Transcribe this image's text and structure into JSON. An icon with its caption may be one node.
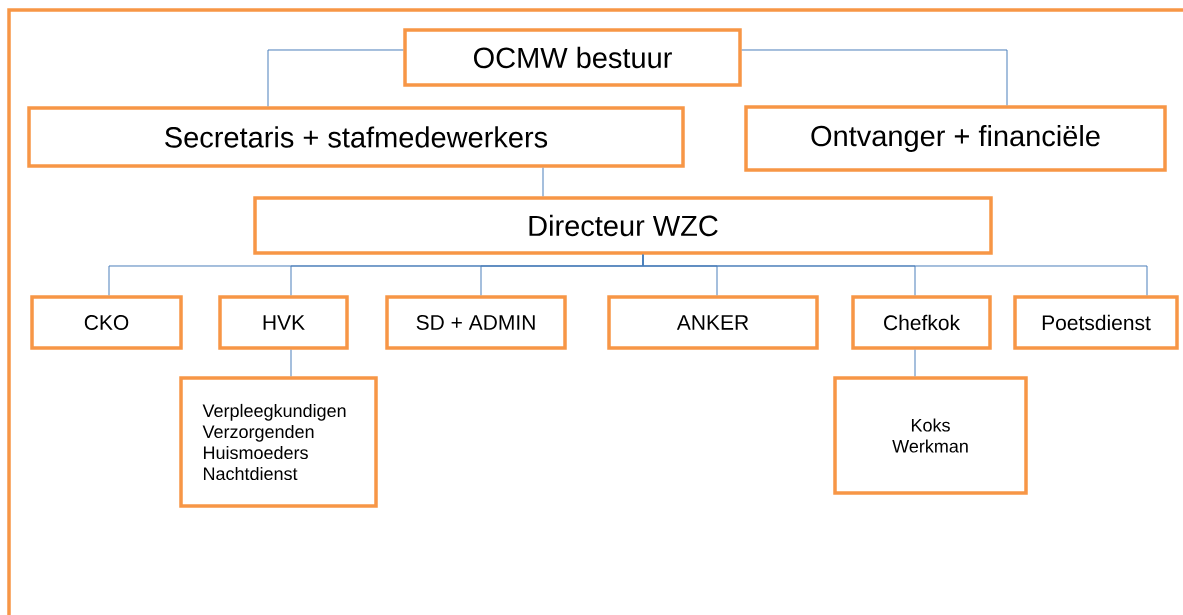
{
  "diagram": {
    "nodes": [
      {
        "text": [
          "OCMW bestuur"
        ]
      },
      {
        "text": [
          "Secretaris + stafmedewerkers"
        ]
      },
      {
        "text": [
          "Ontvanger + financiële"
        ]
      },
      {
        "text": [
          "Directeur WZC"
        ]
      },
      {
        "text": [
          "CKO"
        ]
      },
      {
        "text": [
          "HVK"
        ]
      },
      {
        "text": [
          "SD + ADMIN"
        ]
      },
      {
        "text": [
          "ANKER"
        ]
      },
      {
        "text": [
          "Chefkok"
        ]
      },
      {
        "text": [
          "Poetsdienst"
        ]
      },
      {
        "text": [
          "Verpleegkundigen Verzorgenden Huismoeders Nachtdienst"
        ]
      },
      {
        "text": [
          "Koks Werkman"
        ]
      }
    ],
    "edges": [
      {
        "from": 0,
        "to": 1,
        "arrow": "none"
      },
      {
        "from": 0,
        "to": 2,
        "arrow": "none"
      },
      {
        "from": 1,
        "to": 3,
        "arrow": "none"
      },
      {
        "from": 3,
        "to": 4,
        "arrow": "none"
      },
      {
        "from": 3,
        "to": 5,
        "arrow": "none"
      },
      {
        "from": 3,
        "to": 6,
        "arrow": "none"
      },
      {
        "from": 3,
        "to": 7,
        "arrow": "none"
      },
      {
        "from": 3,
        "to": 8,
        "arrow": "none"
      },
      {
        "from": 3,
        "to": 9,
        "arrow": "none"
      },
      {
        "from": 5,
        "to": 10,
        "arrow": "none"
      },
      {
        "from": 8,
        "to": 11,
        "arrow": "none"
      }
    ]
  }
}
